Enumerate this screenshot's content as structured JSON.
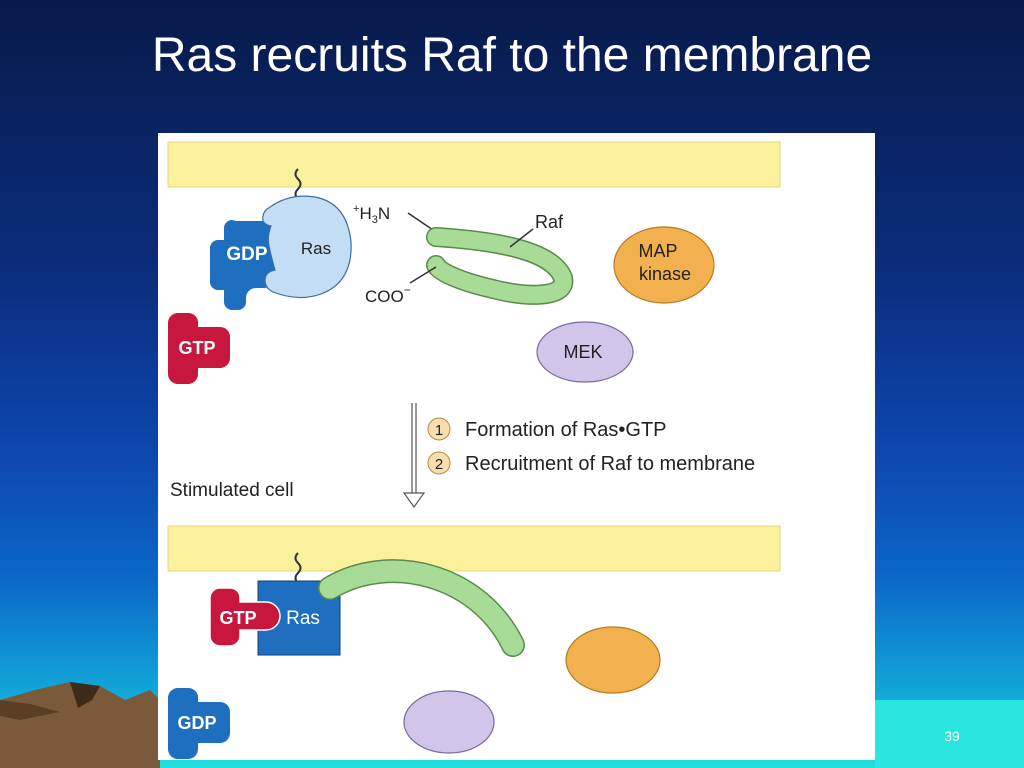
{
  "slide": {
    "title": "Ras recruits Raf to the membrane",
    "number": "39"
  },
  "diagram": {
    "top": {
      "gdp": "GDP",
      "ras": "Ras",
      "h3n_plus": "+",
      "h3n_h": "H",
      "h3n_3": "3",
      "h3n_n": "N",
      "raf": "Raf",
      "coo": "COO",
      "coo_minus": "−",
      "map_line1": "MAP",
      "map_line2": "kinase",
      "gtp": "GTP",
      "mek": "MEK"
    },
    "steps": [
      {
        "num": "1",
        "text": "Formation of Ras•GTP"
      },
      {
        "num": "2",
        "text": "Recruitment of Raf to membrane"
      }
    ],
    "stimulated_label": "Stimulated cell",
    "bottom": {
      "gtp": "GTP",
      "ras": "Ras",
      "gdp": "GDP"
    },
    "colors": {
      "membrane": "#fbf19c",
      "ras_inactive": "#c3ddf5",
      "ras_active": "#1f6fc0",
      "gdp": "#1f6fc0",
      "gtp": "#c8163c",
      "raf": "#a8dc96",
      "map_kinase": "#f3b04e",
      "mek": "#d2c5ea",
      "step_badge": "#f7deb0"
    }
  }
}
